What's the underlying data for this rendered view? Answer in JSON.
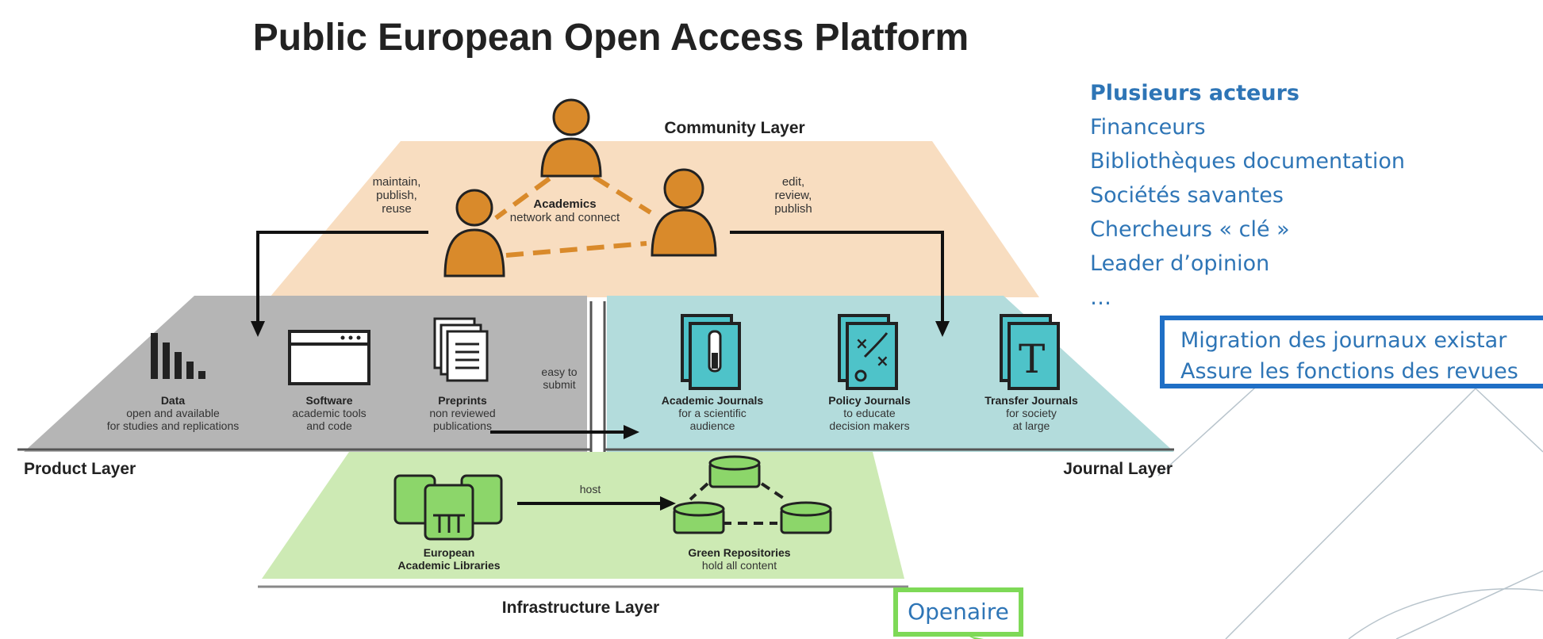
{
  "diagram": {
    "title": "Public European Open Access Platform",
    "community_layer": {
      "label": "Community Layer",
      "left_action": [
        "maintain,",
        "publish,",
        "reuse"
      ],
      "right_action": [
        "edit,",
        "review,",
        "publish"
      ],
      "academics_title": "Academics",
      "academics_sub": "network and connect"
    },
    "product_layer": {
      "label": "Product Layer",
      "items": [
        {
          "title": "Data",
          "lines": [
            "open and available",
            "for studies and replications"
          ]
        },
        {
          "title": "Software",
          "lines": [
            "academic tools",
            "and code"
          ]
        },
        {
          "title": "Preprints",
          "lines": [
            "non reviewed",
            "publications"
          ]
        }
      ],
      "submit_label": [
        "easy to",
        "submit"
      ]
    },
    "journal_layer": {
      "label": "Journal Layer",
      "items": [
        {
          "title": "Academic Journals",
          "lines": [
            "for a scientific",
            "audience"
          ]
        },
        {
          "title": "Policy Journals",
          "lines": [
            "to educate",
            "decision makers"
          ]
        },
        {
          "title": "Transfer Journals",
          "lines": [
            "for society",
            "at large"
          ]
        }
      ]
    },
    "infrastructure_layer": {
      "label": "Infrastructure Layer",
      "libraries_lines": [
        "European",
        "Academic Libraries"
      ],
      "host_label": "host",
      "repos_title": "Green Repositories",
      "repos_sub": "hold all content"
    },
    "colors": {
      "community": "#f8ddc0",
      "product": "#b5b5b5",
      "journal": "#b3dcdc",
      "infrastructure": "#cdeab4",
      "person": "#d98a2b",
      "journal_icon": "#4ec3c9",
      "infra_icon": "#8cd66a"
    }
  },
  "sidebar": {
    "heading": "Plusieurs acteurs",
    "items": [
      "Financeurs",
      "Bibliothèques documentation",
      "Sociétés savantes",
      "Chercheurs « clé »",
      "Leader d’opinion",
      "…"
    ]
  },
  "callout": {
    "lines": [
      "Migration des journaux existar",
      "Assure les fonctions des revues"
    ]
  },
  "openaire_label": "Openaire"
}
